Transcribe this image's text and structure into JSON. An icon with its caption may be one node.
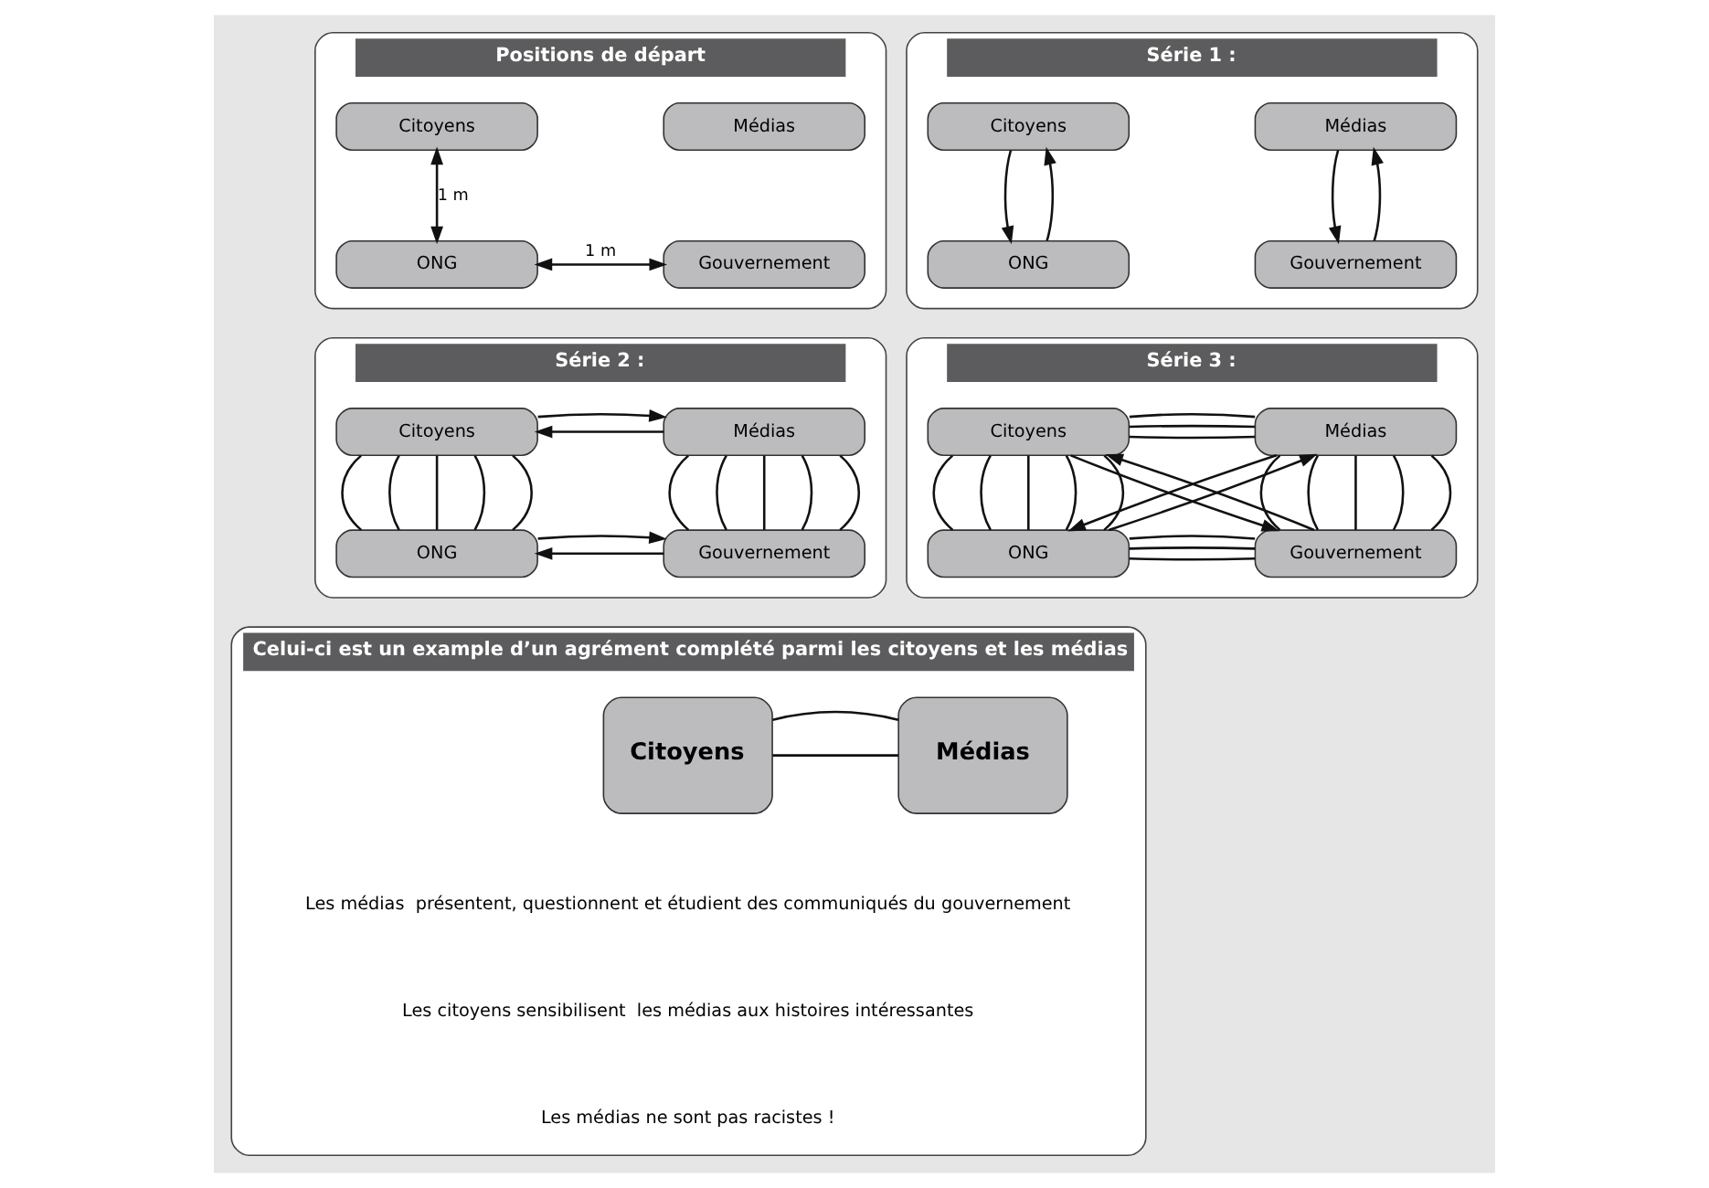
{
  "diagram": {
    "nodes": [
      {
        "text": [
          "Positions de départ"
        ]
      },
      {
        "text": [
          "Citoyens"
        ],
        "in": 0
      },
      {
        "text": [
          "Médias"
        ],
        "in": 0
      },
      {
        "text": [
          "ONG"
        ],
        "in": 0
      },
      {
        "text": [
          "Gouvernement"
        ],
        "in": 0
      },
      {
        "text": [
          "Série 1 :"
        ]
      },
      {
        "text": [
          "Citoyens"
        ],
        "in": 5
      },
      {
        "text": [
          "Médias"
        ],
        "in": 5
      },
      {
        "text": [
          "ONG"
        ],
        "in": 5
      },
      {
        "text": [
          "Gouvernement"
        ],
        "in": 5
      },
      {
        "text": [
          "Série 2 :"
        ]
      },
      {
        "text": [
          "Citoyens"
        ],
        "in": 10
      },
      {
        "text": [
          "Médias"
        ],
        "in": 10
      },
      {
        "text": [
          "ONG"
        ],
        "in": 10
      },
      {
        "text": [
          "Gouvernement"
        ],
        "in": 10
      },
      {
        "text": [
          "Série 3 :"
        ]
      },
      {
        "text": [
          "Citoyens"
        ],
        "in": 15
      },
      {
        "text": [
          "Médias"
        ],
        "in": 15
      },
      {
        "text": [
          "ONG"
        ],
        "in": 15
      },
      {
        "text": [
          "Gouvernement"
        ],
        "in": 15
      },
      {
        "text": [
          "Celui-ci est un example d’un agrément complété parmi les citoyens et les médias"
        ]
      },
      {
        "text": [
          "Citoyens"
        ],
        "in": 20
      },
      {
        "text": [
          "Médias"
        ],
        "in": 20
      }
    ],
    "edges": [
      {
        "from": 1,
        "to": 3,
        "arrow": "both",
        "label": "1 m"
      },
      {
        "from": 3,
        "to": 4,
        "arrow": "both",
        "label": "1 m"
      },
      {
        "from": 6,
        "to": 8,
        "arrow": "to"
      },
      {
        "from": 8,
        "to": 6,
        "arrow": "to"
      },
      {
        "from": 7,
        "to": 9,
        "arrow": "to"
      },
      {
        "from": 9,
        "to": 7,
        "arrow": "to"
      },
      {
        "from": 12,
        "to": 11,
        "arrow": "to"
      },
      {
        "from": 11,
        "to": 12,
        "arrow": "to"
      },
      {
        "from": 11,
        "to": 13,
        "arrow": "none"
      },
      {
        "from": 11,
        "to": 13,
        "arrow": "none"
      },
      {
        "from": 11,
        "to": 13,
        "arrow": "none"
      },
      {
        "from": 11,
        "to": 13,
        "arrow": "none"
      },
      {
        "from": 11,
        "to": 13,
        "arrow": "none"
      },
      {
        "from": 12,
        "to": 14,
        "arrow": "none"
      },
      {
        "from": 12,
        "to": 14,
        "arrow": "none"
      },
      {
        "from": 12,
        "to": 14,
        "arrow": "none"
      },
      {
        "from": 12,
        "to": 14,
        "arrow": "none"
      },
      {
        "from": 12,
        "to": 14,
        "arrow": "none"
      },
      {
        "from": 14,
        "to": 13,
        "arrow": "to"
      },
      {
        "from": 13,
        "to": 14,
        "arrow": "to"
      },
      {
        "from": 16,
        "to": 17,
        "arrow": "none"
      },
      {
        "from": 16,
        "to": 17,
        "arrow": "none"
      },
      {
        "from": 16,
        "to": 17,
        "arrow": "none"
      },
      {
        "from": 16,
        "to": 18,
        "arrow": "none"
      },
      {
        "from": 16,
        "to": 18,
        "arrow": "none"
      },
      {
        "from": 16,
        "to": 18,
        "arrow": "none"
      },
      {
        "from": 16,
        "to": 18,
        "arrow": "none"
      },
      {
        "from": 16,
        "to": 18,
        "arrow": "none"
      },
      {
        "from": 17,
        "to": 19,
        "arrow": "none"
      },
      {
        "from": 17,
        "to": 19,
        "arrow": "none"
      },
      {
        "from": 17,
        "to": 19,
        "arrow": "none"
      },
      {
        "from": 17,
        "to": 19,
        "arrow": "none"
      },
      {
        "from": 17,
        "to": 19,
        "arrow": "none"
      },
      {
        "from": 16,
        "to": 19,
        "arrow": "to"
      },
      {
        "from": 19,
        "to": 16,
        "arrow": "to"
      },
      {
        "from": 17,
        "to": 18,
        "arrow": "to"
      },
      {
        "from": 18,
        "to": 17,
        "arrow": "to"
      },
      {
        "from": 18,
        "to": 19,
        "arrow": "none"
      },
      {
        "from": 18,
        "to": 19,
        "arrow": "none"
      },
      {
        "from": 18,
        "to": 19,
        "arrow": "none"
      },
      {
        "from": 21,
        "to": 22,
        "arrow": "none"
      },
      {
        "from": 21,
        "to": 22,
        "arrow": "none"
      }
    ],
    "labels": [
      "Les médias  présentent, questionnent et étudient des communiqués du gouvernement",
      "Les citoyens sensibilisent  les médias aux histoires intéressantes",
      "Les médias ne sont pas racistes !"
    ]
  }
}
